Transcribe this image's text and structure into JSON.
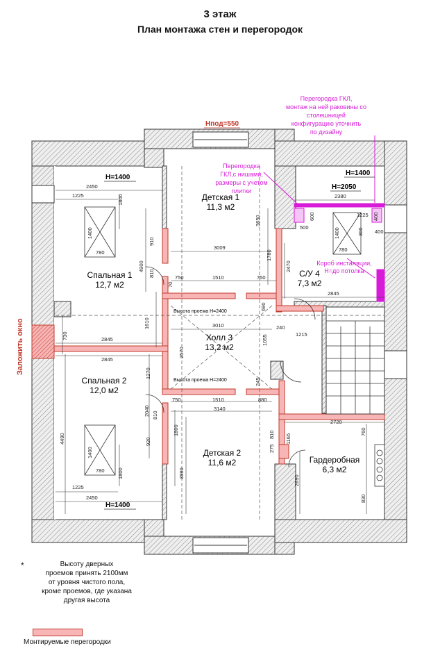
{
  "header": {
    "title": "3 этаж",
    "subtitle": "План монтажа стен и перегородок"
  },
  "rooms": {
    "bed1": {
      "name": "Спальная 1",
      "area": "12,7 м2"
    },
    "bed2": {
      "name": "Спальная 2",
      "area": "12,0 м2"
    },
    "kid1": {
      "name": "Детская 1",
      "area": "11,3 м2"
    },
    "kid2": {
      "name": "Детская 2",
      "area": "11,6 м2"
    },
    "hall": {
      "name": "Холл 3",
      "area": "13,2 м2"
    },
    "wc": {
      "name": "С/У 4",
      "area": "7,3 м2"
    },
    "ward": {
      "name": "Гардеробная",
      "area": "6,3 м2"
    }
  },
  "heights": {
    "h1400": "Н=1400",
    "h2050": "Н=2050",
    "hpod": "Нпод=550",
    "opening": "Высота проема Н=2400"
  },
  "annotations": {
    "gkl_top": [
      "Перегородка ГКЛ,",
      "монтаж на ней раковины со",
      "столешницей",
      "конфигурацию уточнить",
      "по дизайну"
    ],
    "gkl_mid": [
      "Перегородка",
      "ГКЛ,с нишами,",
      "размеры с учетом",
      "плитки"
    ],
    "box": [
      "Короб инсталяции,",
      "Н=до потолка"
    ],
    "window_block": "Заложить окно"
  },
  "dims": {
    "d2450": "2450",
    "d1225": "1225",
    "d1800": "1800",
    "d1400": "1400",
    "d780": "780",
    "d4900": "4900",
    "d910": "910",
    "d810": "810",
    "d70": "70",
    "d750": "750",
    "d1510": "1510",
    "d3009": "3009",
    "d3650": "3650",
    "d1780": "1780",
    "d2470": "2470",
    "d2380": "2380",
    "d500": "500",
    "d600": "600",
    "d400": "400",
    "d300": "300",
    "d2845": "2845",
    "d690": "690",
    "d240": "240",
    "d1215": "1215",
    "d1610": "1610",
    "d3010": "3010",
    "d2570": "2570",
    "d1055": "1055",
    "d730": "730",
    "d1270": "1270",
    "d245": "245",
    "d2040": "2040",
    "d880": "880",
    "d3140": "3140",
    "d2720": "2720",
    "d920": "920",
    "d275": "275",
    "d1165": "1165",
    "d760": "760",
    "d3890": "3890",
    "d2690": "2690",
    "d4490": "4490",
    "d830": "830"
  },
  "note": [
    "Высоту дверных",
    "проемов принять 2100мм",
    "от уровня чистого пола,",
    "кроме проемов, где указана",
    "другая высота"
  ],
  "note_star": "*",
  "legend": {
    "label": "Монтируемые перегородки"
  },
  "colors": {
    "partition_fill": "#f7b5b5",
    "partition_stroke": "#c0392b",
    "magenta": "#d81bd8",
    "wall_hatch": "#8a8a8a"
  }
}
